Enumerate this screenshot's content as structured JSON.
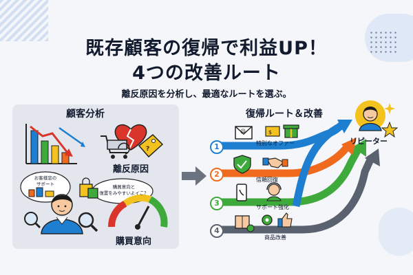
{
  "title": {
    "line1": "既存顧客の復帰で利益UP！",
    "line2": "4つの改善ルート",
    "subtitle": "離反原因を分析し、最適なルートを選ぶ。"
  },
  "left_panel": {
    "title": "顧客分析",
    "churn_label": "離反原因",
    "support_bubble": [
      "お客様窓の",
      "サポート"
    ],
    "question_bubble": [
      "購買意向と",
      "復置をみやすいよイこ？"
    ],
    "intent_label": "購買意向"
  },
  "right_panel": {
    "title": "復帰ルート＆改善",
    "routes": [
      {
        "num": "1",
        "label": "特別なオファー",
        "color": "#1e7fd0"
      },
      {
        "num": "2",
        "label": "信頼回復",
        "color": "#ef6a1c"
      },
      {
        "num": "3",
        "label": "サポート強化",
        "color": "#3eaa3c"
      },
      {
        "num": "4",
        "label": "商品改善",
        "color": "#5a6270"
      }
    ],
    "goal_label": "リピーター"
  },
  "colors": {
    "blue": "#1e7fd0",
    "orange": "#ef6a1c",
    "green": "#3eaa3c",
    "gray": "#5a6270",
    "red": "#d9352b",
    "yellow": "#f4c21f"
  }
}
